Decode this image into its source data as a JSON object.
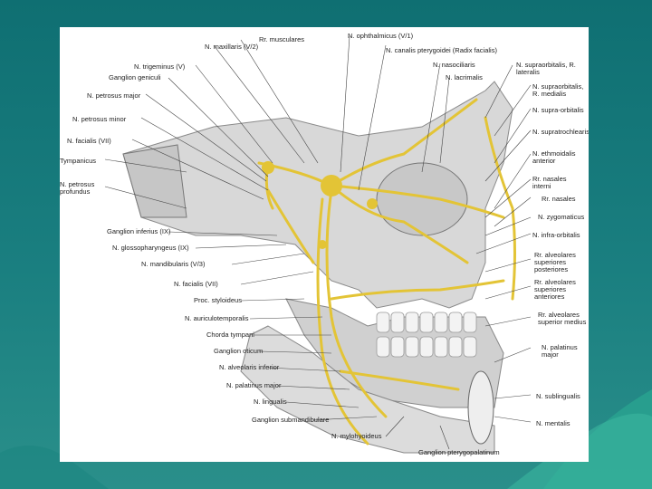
{
  "slide": {
    "background_color": "#127274",
    "accent_color": "#1f9a8f",
    "frame_color": "#ffffff"
  },
  "figure": {
    "nerve_color": "#e3c436",
    "bone_color": "#dcdcdc",
    "labels_top": [
      "N. maxillaris (V/2)",
      "Rr. musculares",
      "N. ophthalmicus (V/1)",
      "N. canalis pterygoidei (Radix facialis)",
      "N. nasociliaris",
      "N. lacrimalis"
    ],
    "labels_left": [
      "N. trigeminus (V)",
      "Ganglion geniculi",
      "N. petrosus major",
      "N. petrosus minor",
      "N. facialis (VII)",
      "Tympanicus",
      "N. petrosus profundus",
      "Ganglion inferius (IX)",
      "N. glossopharyngeus (IX)",
      "N. mandibularis (V/3)",
      "N. facialis (VII)",
      "Proc. styloideus",
      "N. auriculotemporalis",
      "Chorda tympani",
      "Ganglion oticum",
      "N. alveolaris inferior",
      "N. palatinus major",
      "N. lingualis",
      "Ganglion submandibulare",
      "N. mylohyoideus"
    ],
    "labels_bottom": [
      "Ganglion pterygopalatinum"
    ],
    "labels_right": [
      "N. supraorbitalis, R. lateralis",
      "N. supraorbitalis, R. medialis",
      "N. supra-orbitalis",
      "N. supratrochlearis",
      "N. ethmoidalis anterior",
      "Rr. nasales interni",
      "Rr. nasales",
      "N. zygomaticus",
      "N. infra-orbitalis",
      "Rr. alveolares superiores posteriores",
      "Rr. alveolares superiores anteriores",
      "Rr. alveolares superior medius",
      "N. palatinus major",
      "N. sublingualis",
      "N. mentalis"
    ]
  }
}
